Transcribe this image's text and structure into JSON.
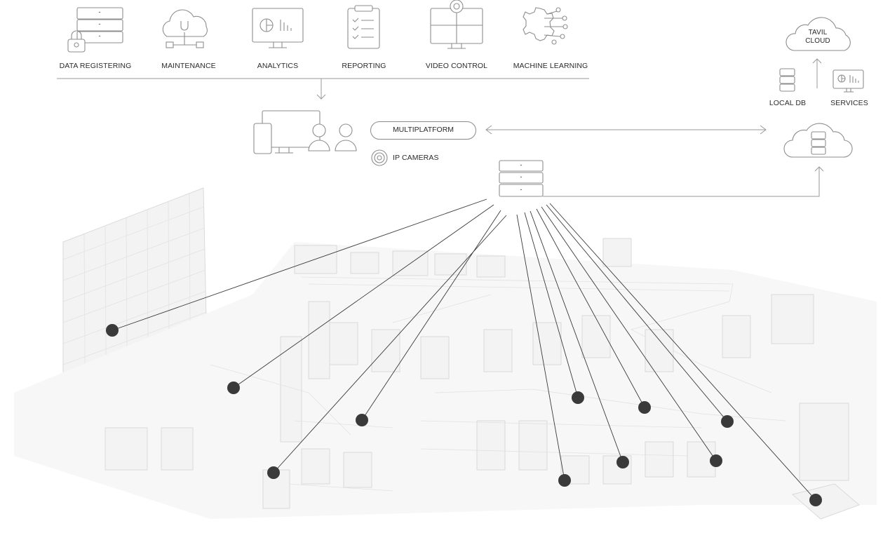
{
  "modules": [
    {
      "label": "DATA REGISTERING",
      "icon": "server-lock-icon"
    },
    {
      "label": "MAINTENANCE",
      "icon": "cloud-wrench-icon"
    },
    {
      "label": "ANALYTICS",
      "icon": "analytics-monitor-icon"
    },
    {
      "label": "REPORTING",
      "icon": "clipboard-checklist-icon"
    },
    {
      "label": "VIDEO CONTROL",
      "icon": "camera-monitor-icon"
    },
    {
      "label": "MACHINE LEARNING",
      "icon": "gear-circuit-icon"
    }
  ],
  "platform": {
    "multiplatform_label": "MULTIPLATFORM",
    "ip_cameras_label": "IP CAMERAS"
  },
  "cloud": {
    "tavil_cloud_line1": "TAVIL",
    "tavil_cloud_line2": "CLOUD",
    "local_db_label": "LOCAL DB",
    "services_label": "SERVICES"
  },
  "server_slot_mark": "-",
  "colors": {
    "line": "#9a9a9a",
    "node": "#3a3a3a",
    "factory": "#efefef"
  }
}
